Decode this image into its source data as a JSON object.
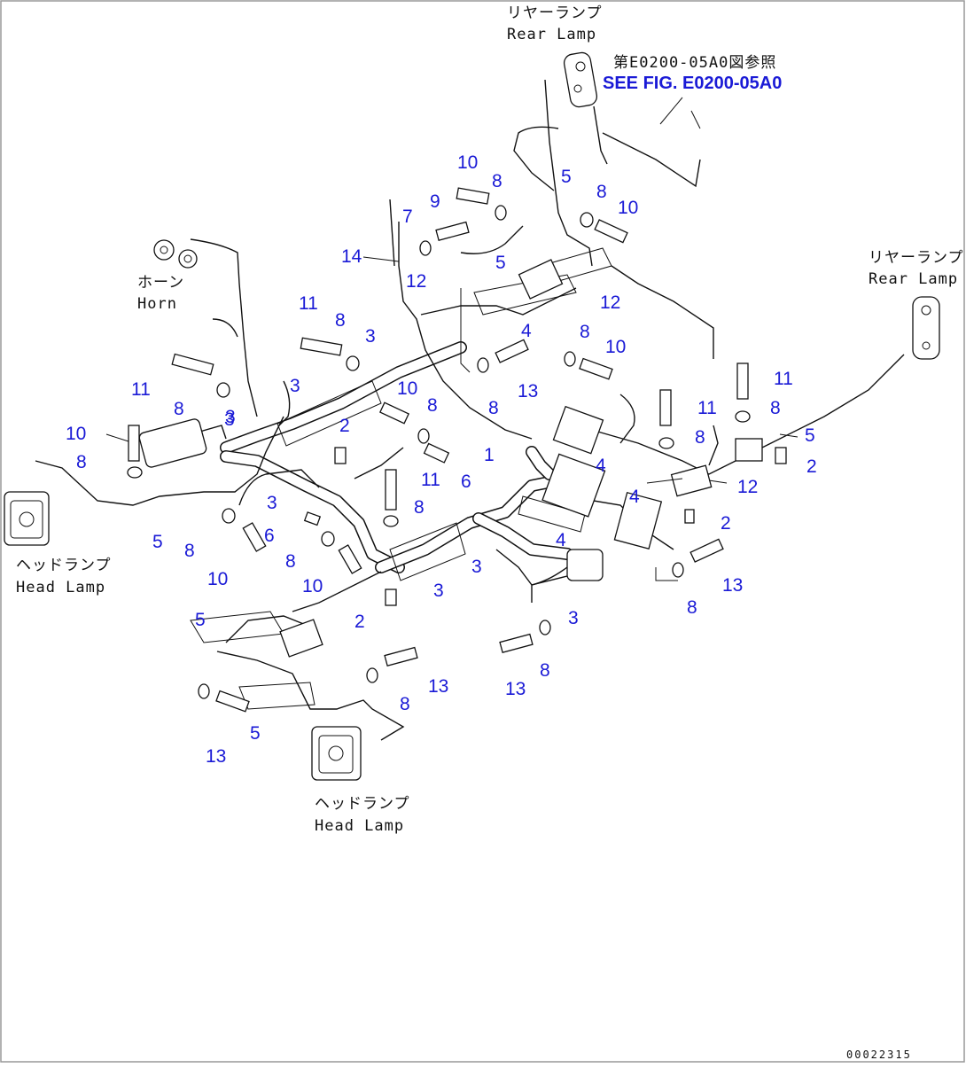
{
  "figure": {
    "labels": {
      "rear_lamp_top_jp": "リヤーランプ",
      "rear_lamp_top_en": "Rear Lamp",
      "see_fig_jp": "第E0200-05A0図参照",
      "see_fig_en": "SEE FIG. E0200-05A0",
      "rear_lamp_right_jp": "リヤーランプ",
      "rear_lamp_right_en": "Rear Lamp",
      "horn_jp": "ホーン",
      "horn_en": "Horn",
      "head_lamp_left_jp": "ヘッドランプ",
      "head_lamp_left_en": "Head Lamp",
      "head_lamp_bottom_jp": "ヘッドランプ",
      "head_lamp_bottom_en": "Head Lamp"
    },
    "drawing_number": "00022315",
    "callouts": [
      "10",
      "8",
      "5",
      "9",
      "7",
      "8",
      "10",
      "14",
      "5",
      "12",
      "12",
      "11",
      "8",
      "3",
      "4",
      "8",
      "10",
      "11",
      "3",
      "8",
      "13",
      "8",
      "10",
      "8",
      "11",
      "8",
      "10",
      "3",
      "2",
      "8",
      "11",
      "8",
      "3",
      "5",
      "2",
      "1",
      "6",
      "11",
      "4",
      "12",
      "8",
      "3",
      "8",
      "6",
      "4",
      "2",
      "5",
      "10",
      "8",
      "10",
      "2",
      "3",
      "3",
      "13",
      "4",
      "8",
      "5",
      "3",
      "13",
      "8",
      "13",
      "8",
      "13",
      "5"
    ]
  }
}
